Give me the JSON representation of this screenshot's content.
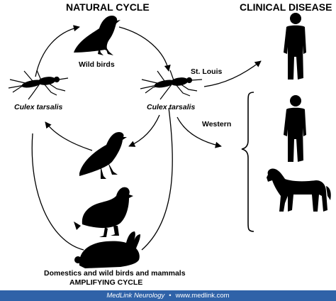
{
  "headings": {
    "natural_cycle": "NATURAL CYCLE",
    "clinical_disease": "CLINICAL DISEASE"
  },
  "labels": {
    "wild_birds": "Wild birds",
    "culex_left": "Culex tarsalis",
    "culex_right": "Culex tarsalis",
    "st_louis": "St. Louis",
    "western": "Western",
    "domestics": "Domestics and wild birds and mammals",
    "amplifying": "AMPLIFYING CYCLE"
  },
  "footer": {
    "brand": "MedLink Neurology",
    "separator": "•",
    "url": "www.medlink.com"
  },
  "colors": {
    "ink": "#000000",
    "footer_bg": "#2f62a8",
    "footer_text": "#ffffff"
  }
}
